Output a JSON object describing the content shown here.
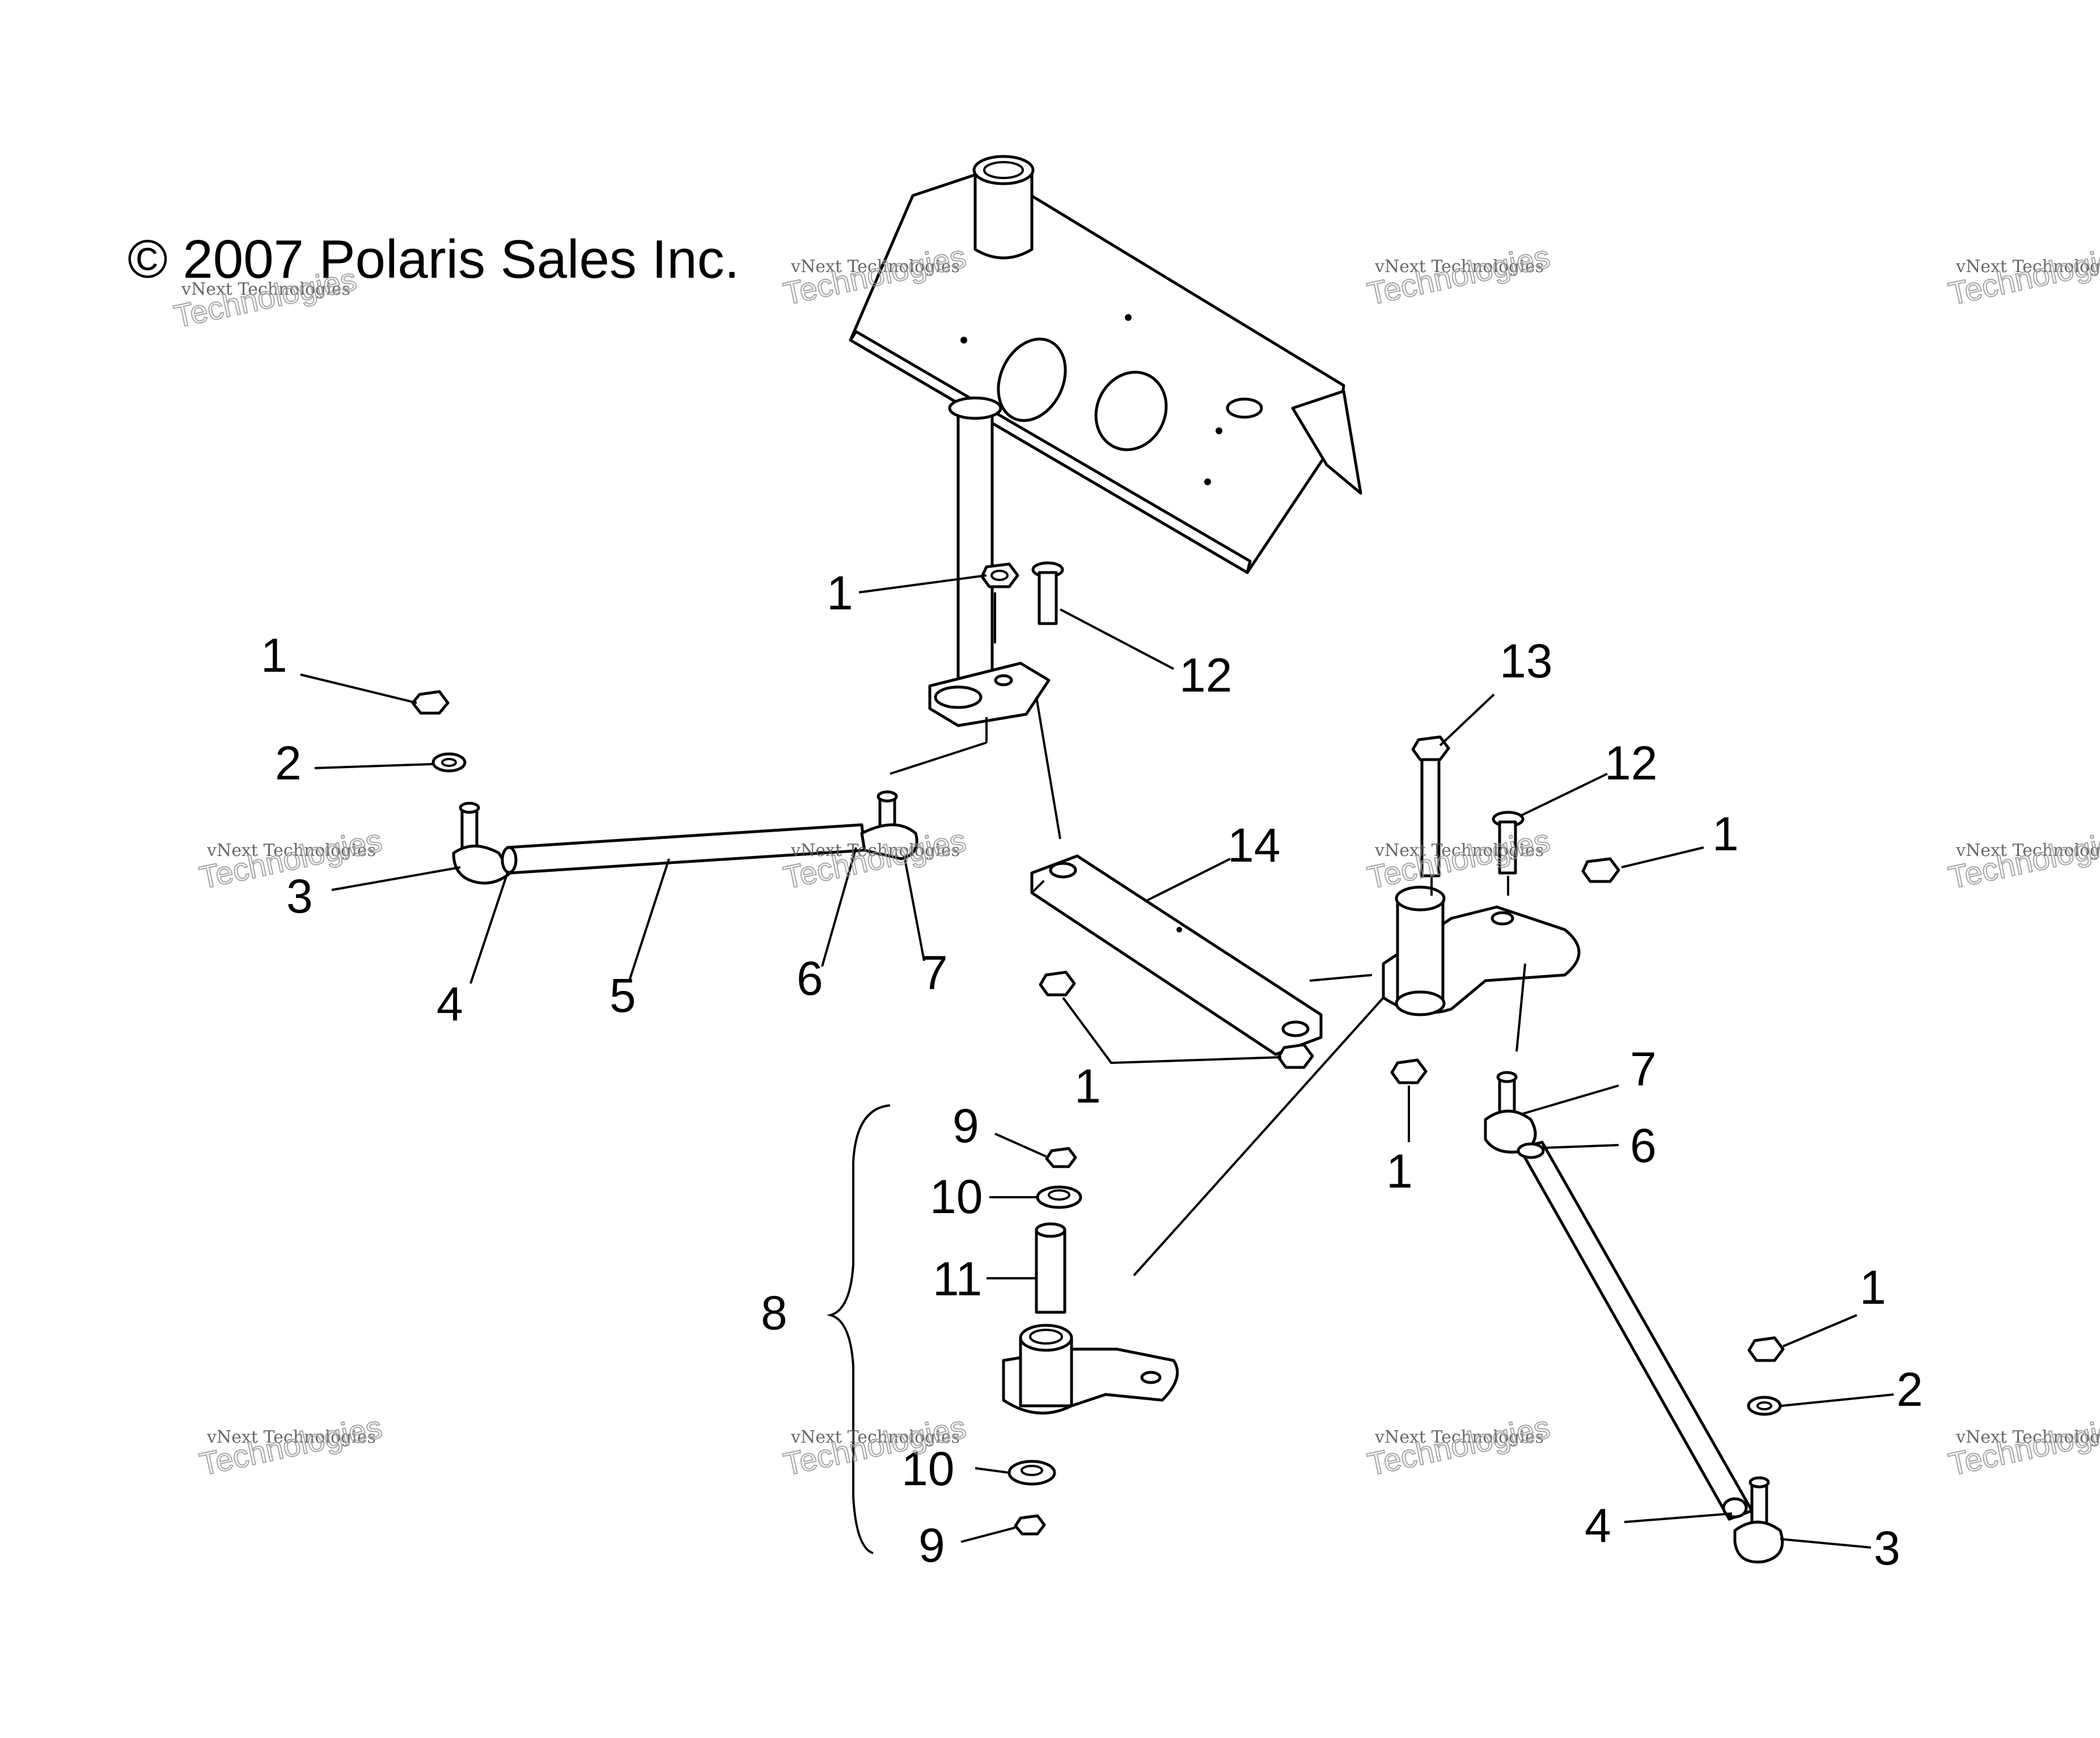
{
  "copyright": "© 2007 Polaris Sales Inc.",
  "watermark": {
    "line1": "vNext Technologies",
    "line2_small": "vNext",
    "line2_big": "Technologies"
  },
  "callouts": {
    "c1_top": "1",
    "c12_top": "12",
    "c1_left": "1",
    "c2_left": "2",
    "c3_left": "3",
    "c4_left": "4",
    "c5": "5",
    "c6_left": "6",
    "c7_left": "7",
    "c14": "14",
    "c1_mid": "1",
    "c13": "13",
    "c12_right": "12",
    "c1_right": "1",
    "c7_right": "7",
    "c6_right": "6",
    "c1_rmid": "1",
    "c9_top": "9",
    "c10_top": "10",
    "c11": "11",
    "c8": "8",
    "c10_bot": "10",
    "c9_bot": "9",
    "c1_br": "1",
    "c2_br": "2",
    "c4_br": "4",
    "c3_br": "3"
  }
}
